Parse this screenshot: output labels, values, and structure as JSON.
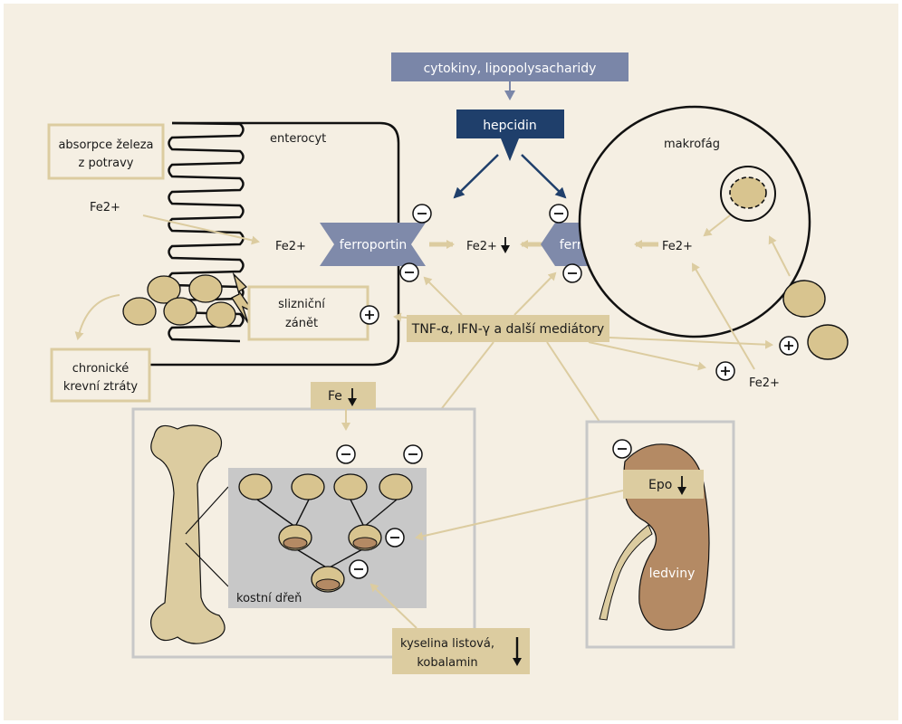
{
  "labels": {
    "cytokines": "cytokiny, lipopolysacharidy",
    "hepcidin": "hepcidin",
    "enterocyte": "enterocyt",
    "absorption_1": "absorpce železa",
    "absorption_2": "z potravy",
    "fe2_input": "Fe2+",
    "fe2_enterocyte": "Fe2+",
    "ferroportin_left": "ferroportin",
    "ferroportin_right": "ferroportin",
    "fe2_center": "Fe2+",
    "fe2_macrophage": "Fe2+",
    "macrophage": "makrofág",
    "inflammation_1": "slizniční",
    "inflammation_2": "zánět",
    "mediators": "TNF-α, IFN-γ a další mediátory",
    "blood_loss_1": "chronické",
    "blood_loss_2": "krevní ztráty",
    "fe_low": "Fe",
    "fe2_lower_right": "Fe2+",
    "epo": "Epo",
    "kidney": "ledviny",
    "bone_marrow": "kostní dřeň",
    "folate_1": "kyselina listová,",
    "folate_2": "kobalamin"
  },
  "colors": {
    "background": "#f5efe3",
    "tan": "#dccca0",
    "tan_border": "#d9c79a",
    "cell": "#d8c48f",
    "navy": "#1f3f6b",
    "slate": "#7a86a8",
    "ferroportin": "#7f8aaa",
    "kidney": "#b48a64",
    "marrow_bg": "#c8c8c8"
  }
}
